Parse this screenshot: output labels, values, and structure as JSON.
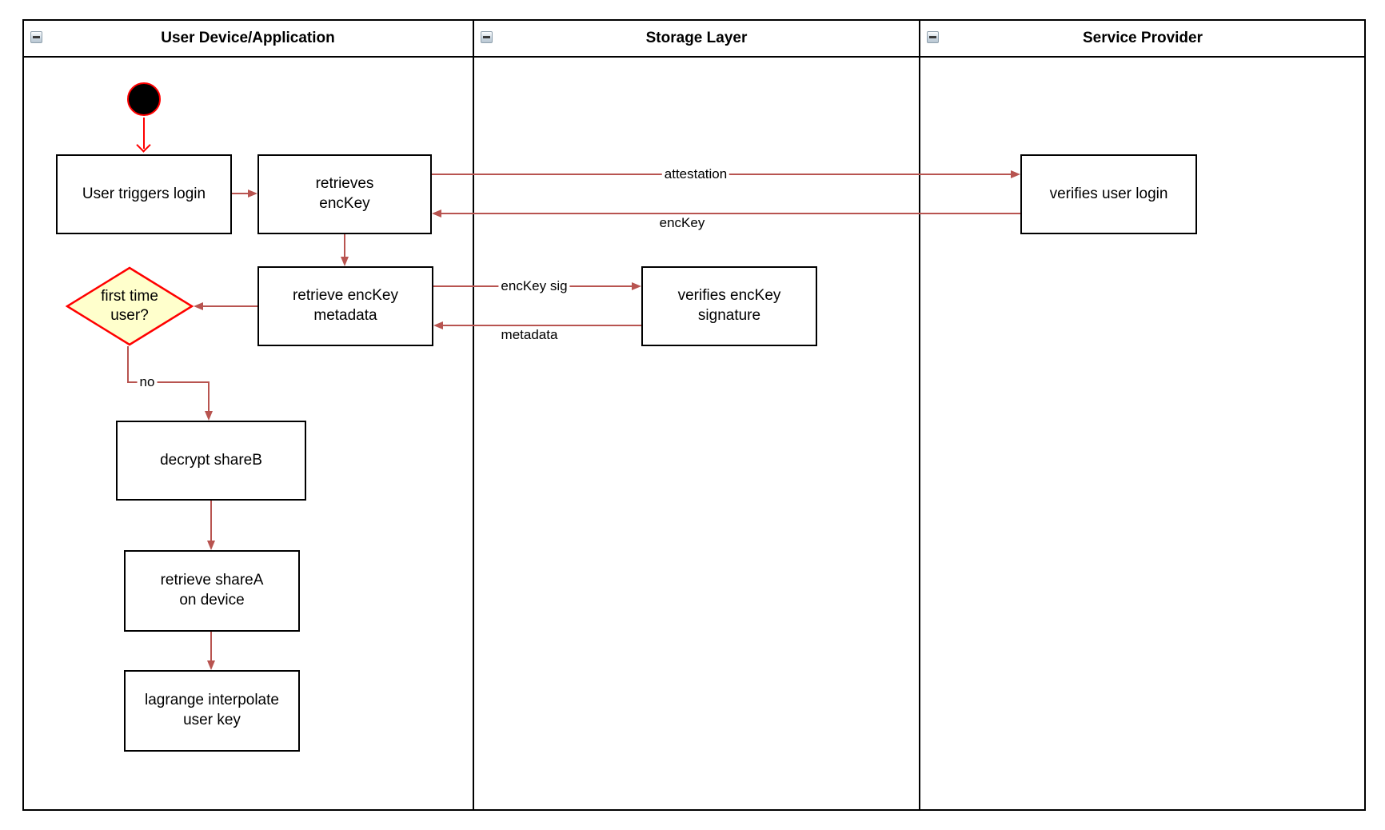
{
  "diagram": {
    "lanes": [
      {
        "title": "User Device/Application"
      },
      {
        "title": "Storage Layer"
      },
      {
        "title": "Service Provider"
      }
    ],
    "nodes": {
      "user_triggers_login": "User triggers login",
      "retrieves_enckey": "retrieves\nencKey",
      "retrieve_enckey_metadata": "retrieve encKey\nmetadata",
      "first_time_user": "first time\nuser?",
      "decrypt_shareb": "decrypt shareB",
      "retrieve_sharea": "retrieve shareA\non device",
      "lagrange_interpolate": "lagrange interpolate\nuser key",
      "verifies_enckey_signature": "verifies encKey\nsignature",
      "verifies_user_login": "verifies user login"
    },
    "edge_labels": {
      "attestation": "attestation",
      "enckey": "encKey",
      "enckey_sig": "encKey sig",
      "metadata": "metadata",
      "no": "no"
    },
    "colors": {
      "arrow": "#B85450",
      "accent_red": "#FF0000",
      "diamond_fill": "#FFFFCC",
      "node_border": "#000000"
    },
    "icons": {
      "collapse": "minus-collapse-icon"
    }
  }
}
